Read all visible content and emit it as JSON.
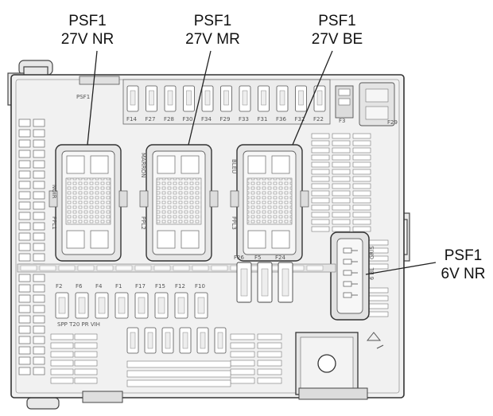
{
  "callouts": [
    {
      "id": "nr",
      "line1": "PSF1",
      "line2": "27V NR"
    },
    {
      "id": "mr",
      "line1": "PSF1",
      "line2": "27V MR"
    },
    {
      "id": "be",
      "line1": "PSF1",
      "line2": "27V BE"
    },
    {
      "id": "6v",
      "line1": "PSF1",
      "line2": "6V NR"
    }
  ],
  "connector_labels": {
    "nr": "NOIR",
    "mr": "MARRON",
    "be": "BLEU",
    "grey": "GRIS"
  },
  "connector_codes": {
    "nr": "PPL1",
    "mr": "PPL2",
    "be": "PPL3",
    "six": "6 BL"
  },
  "top_fuses": [
    "F14",
    "F27",
    "F28",
    "F30",
    "F34",
    "F29",
    "F33",
    "F31",
    "F36",
    "F32",
    "F22"
  ],
  "top_relay": "F3",
  "top_right_fuse": "F29",
  "top_strip_text": "PSF1",
  "mid_fuses": [
    "F26",
    "F5",
    "F24"
  ],
  "row_fuses": [
    "F2",
    "F6",
    "F4",
    "F1",
    "F17",
    "F15",
    "F12",
    "F10"
  ],
  "row_sub_text": "SPP T20 PR VIH"
}
